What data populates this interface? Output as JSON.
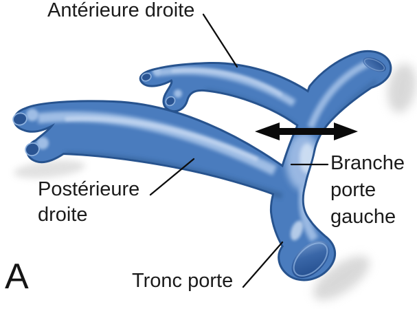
{
  "figure": {
    "panel_letter": "A",
    "labels": {
      "anterior_right": "Antérieure droite",
      "posterior_right": "Postérieure\ndroite",
      "left_portal_branch": "Branche\nporte\ngauche",
      "portal_trunk": "Tronc porte"
    },
    "annotations": {
      "flow_arrow": "bidirectional-horizontal-arrow"
    },
    "colors": {
      "background": "#ffffff",
      "vessel_fill": "#4a7cbe",
      "vessel_outline": "#27538e",
      "vessel_highlight": "#aac6ea",
      "lumen_dark": "#24508f",
      "arrow": "#0a0a0a",
      "text": "#1b1b1b"
    }
  }
}
